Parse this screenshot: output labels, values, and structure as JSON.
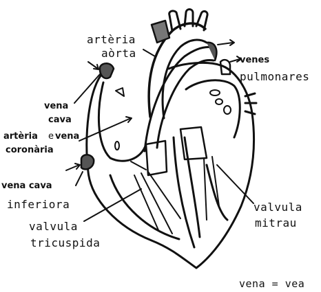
{
  "labels": {
    "arteria": "artèria",
    "aorta": "aòrta",
    "venes": "venes",
    "pulmonares": "pulmonares",
    "vena": "vena",
    "cava": "cava",
    "arteria_coronaria_line1_a": "artèria",
    "arteria_coronaria_line1_e": "e",
    "arteria_coronaria_line1_b": "vena",
    "coronaria": "coronària",
    "vena_cava": "vena cava",
    "inferiora": "inferiora",
    "valvula_left": "valvula",
    "tricuspida": "tricuspida",
    "valvula_right": "valvula",
    "mitrau": "mitrau",
    "footnote": "vena = vea"
  }
}
